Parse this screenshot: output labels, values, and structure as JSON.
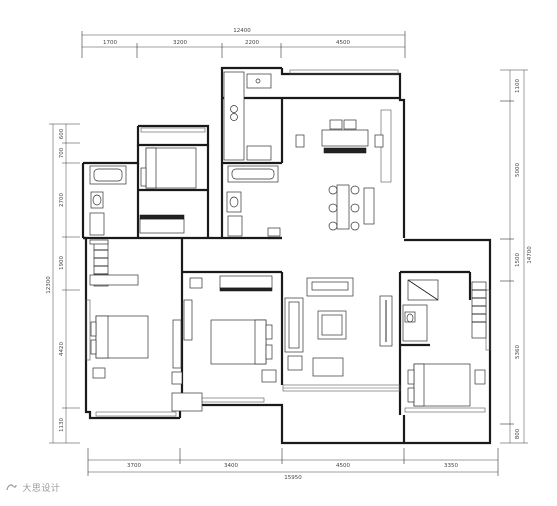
{
  "plan": {
    "top_total": "12400",
    "top_segments": [
      "1700",
      "3200",
      "2200",
      "4500"
    ],
    "bottom_total": "15950",
    "bottom_segments": [
      "3700",
      "3400",
      "4500",
      "3350"
    ],
    "left_total": "12300",
    "left_segments": [
      "600",
      "700",
      "2700",
      "1900",
      "4420",
      "1130"
    ],
    "right_total": "14700",
    "right_segments": [
      "1100",
      "5000",
      "1500",
      "5360",
      "800"
    ]
  },
  "watermark": {
    "text": "大思设计"
  },
  "colors": {
    "wall": "#1a1a1a",
    "furniture": "#333333",
    "dimension": "#444444",
    "background": "#ffffff"
  }
}
